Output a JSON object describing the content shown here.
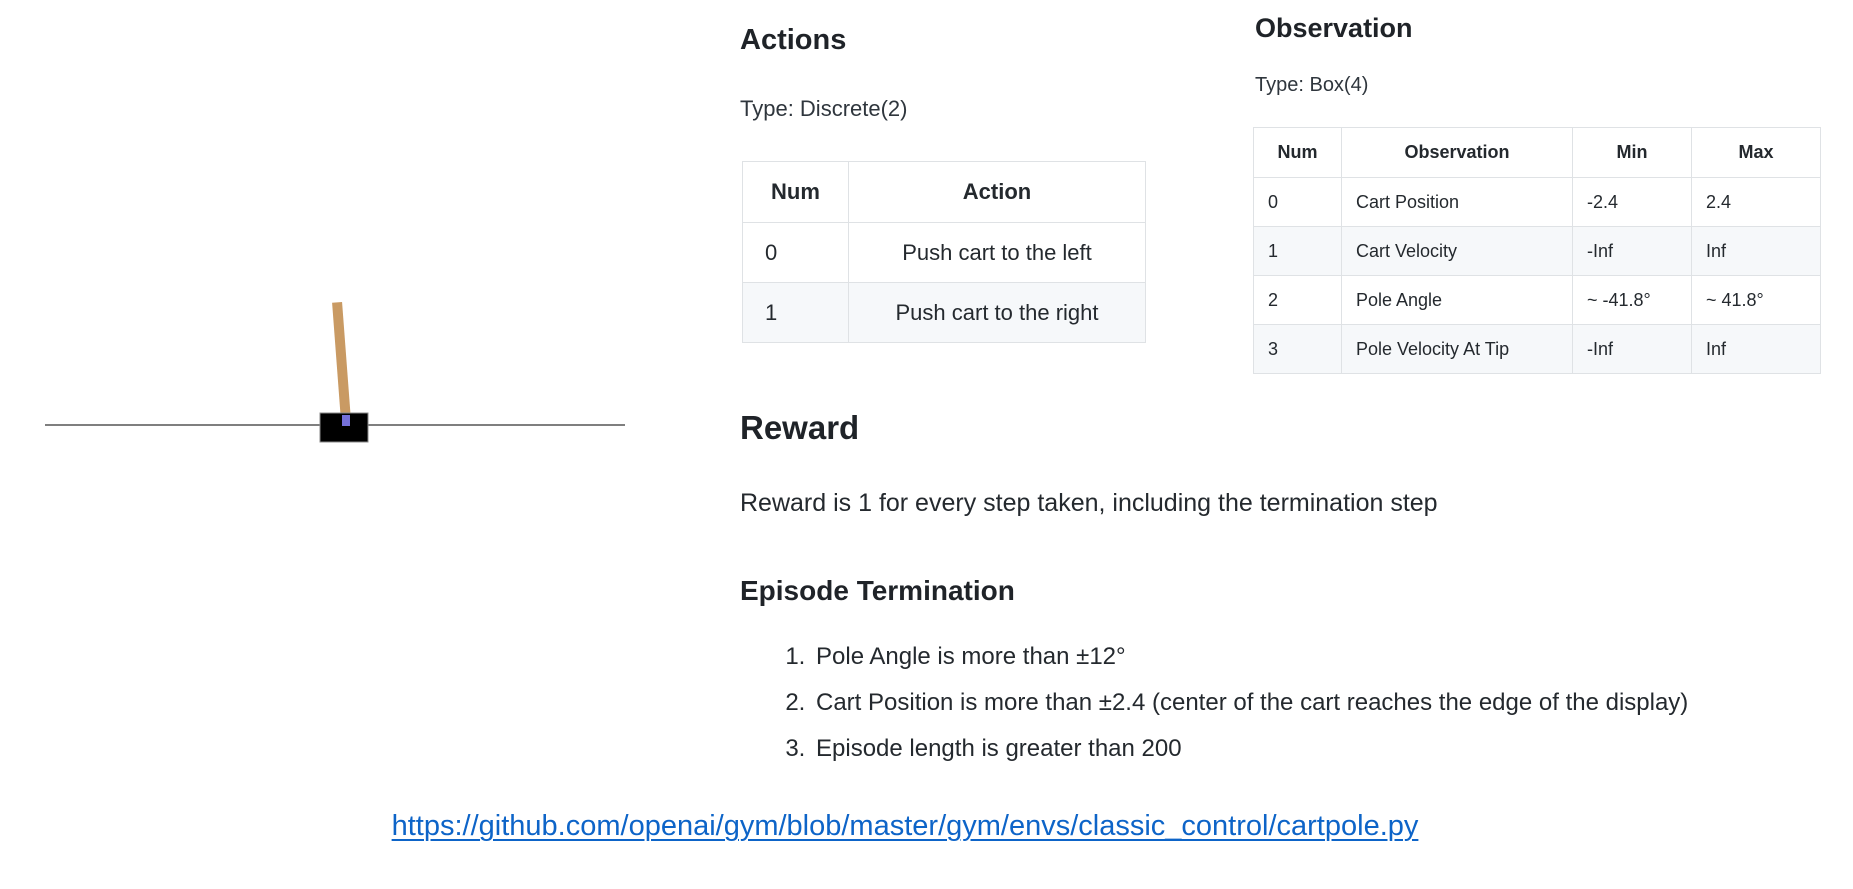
{
  "cartpole_render": {
    "track_color": "#7f7f7f",
    "cart_color": "#000000",
    "pole_color": "#c99a63",
    "axle_color": "#7570d8"
  },
  "actions": {
    "title": "Actions",
    "type_label": "Type: Discrete(2)",
    "table": {
      "headers": [
        "Num",
        "Action"
      ],
      "rows": [
        [
          "0",
          "Push cart to the left"
        ],
        [
          "1",
          "Push cart to the right"
        ]
      ]
    }
  },
  "observation": {
    "title": "Observation",
    "type_label": "Type: Box(4)",
    "table": {
      "headers": [
        "Num",
        "Observation",
        "Min",
        "Max"
      ],
      "rows": [
        [
          "0",
          "Cart Position",
          "-2.4",
          "2.4"
        ],
        [
          "1",
          "Cart Velocity",
          "-Inf",
          "Inf"
        ],
        [
          "2",
          "Pole Angle",
          "~ -41.8°",
          "~ 41.8°"
        ],
        [
          "3",
          "Pole Velocity At Tip",
          "-Inf",
          "Inf"
        ]
      ]
    }
  },
  "reward": {
    "title": "Reward",
    "description": "Reward is 1 for every step taken, including the termination step"
  },
  "episode_termination": {
    "title": "Episode Termination",
    "items": [
      "Pole Angle is more than ±12°",
      "Cart Position is more than ±2.4 (center of the cart reaches the edge of the display)",
      "Episode length is greater than 200"
    ]
  },
  "source_link": {
    "url": "https://github.com/openai/gym/blob/master/gym/envs/classic_control/cartpole.py",
    "color": "#0d64c8"
  }
}
